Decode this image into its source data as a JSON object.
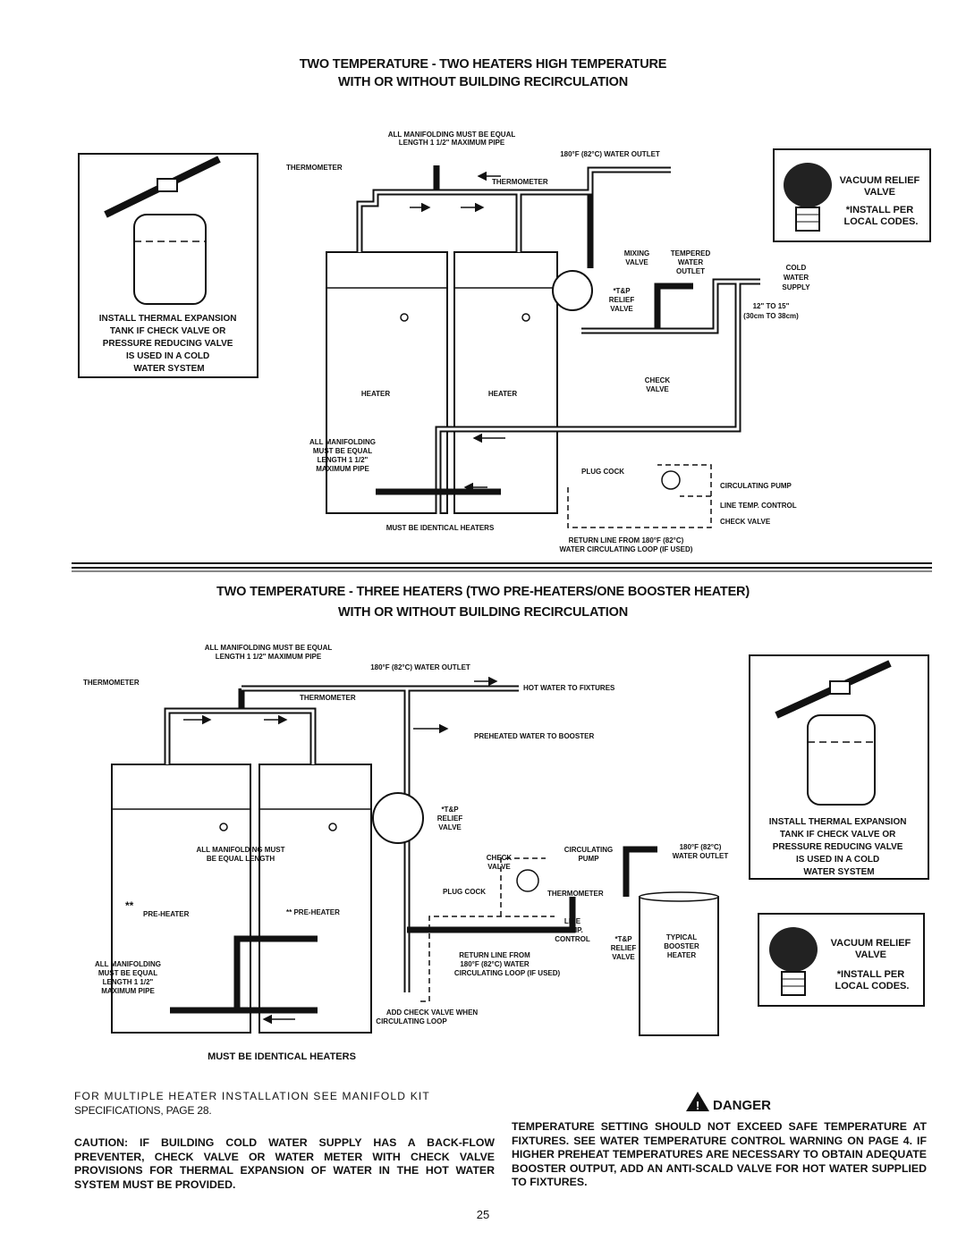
{
  "section1": {
    "title_line1": "TWO TEMPERATURE - TWO HEATERS HIGH TEMPERATURE",
    "title_line2": "WITH OR WITHOUT BUILDING RECIRCULATION",
    "labels": {
      "manifold_top_1": "ALL MANIFOLDING MUST BE EQUAL",
      "manifold_top_2": "LENGTH 1 1/2\" MAXIMUM PIPE",
      "water_outlet": "180°F (82°C) WATER OUTLET",
      "thermometer_left": "THERMOMETER",
      "thermometer_right": "THERMOMETER",
      "mixing_valve_1": "MIXING",
      "mixing_valve_2": "VALVE",
      "tempered_1": "TEMPERED",
      "tempered_2": "WATER",
      "tempered_3": "OUTLET",
      "cold_1": "COLD",
      "cold_2": "WATER",
      "cold_3": "SUPPLY",
      "tp_1": "*T&P",
      "tp_2": "RELIEF",
      "tp_3": "VALVE",
      "dist_1": "12\" TO 15\"",
      "dist_2": "(30cm TO 38cm)",
      "heater_left": "HEATER",
      "heater_right": "HEATER",
      "check_valve_1": "CHECK",
      "check_valve_2": "VALVE",
      "manifold_bottom_1": "ALL MANIFOLDING",
      "manifold_bottom_2": "MUST BE EQUAL",
      "manifold_bottom_3": "LENGTH 1 1/2\"",
      "manifold_bottom_4": "MAXIMUM PIPE",
      "plug_cock": "PLUG COCK",
      "circulating_pump": "CIRCULATING PUMP",
      "line_temp": "LINE TEMP. CONTROL",
      "check_valve_b": "CHECK VALVE",
      "identical": "MUST BE IDENTICAL HEATERS",
      "return_1": "RETURN LINE FROM 180°F (82°C)",
      "return_2": "WATER CIRCULATING LOOP (IF USED)"
    },
    "expansion_box": [
      "INSTALL THERMAL EXPANSION",
      "TANK IF CHECK VALVE OR",
      "PRESSURE REDUCING VALVE",
      "IS USED IN A COLD",
      "WATER SYSTEM"
    ],
    "vacuum_box": [
      "VACUUM RELIEF",
      "VALVE",
      "*INSTALL PER",
      "LOCAL CODES."
    ]
  },
  "section2": {
    "title_line1": "TWO TEMPERATURE - THREE HEATERS (TWO PRE-HEATERS/ONE BOOSTER HEATER)",
    "title_line2": "WITH OR WITHOUT BUILDING RECIRCULATION",
    "labels": {
      "manifold_top_1": "ALL MANIFOLDING MUST BE EQUAL",
      "manifold_top_2": "LENGTH 1 1/2\" MAXIMUM PIPE",
      "water_outlet": "180°F (82°C) WATER OUTLET",
      "thermometer_left": "THERMOMETER",
      "thermometer_right": "THERMOMETER",
      "hot_water": "HOT WATER TO FIXTURES",
      "preheated": "PREHEATED WATER TO BOOSTER",
      "tp_1": "*T&P",
      "tp_2": "RELIEF",
      "tp_3": "VALVE",
      "manifold_mid_1": "ALL MANIFOLDING MUST",
      "manifold_mid_2": "BE EQUAL LENGTH",
      "check_1": "CHECK",
      "check_2": "VALVE",
      "circ_1": "CIRCULATING",
      "circ_2": "PUMP",
      "outlet_1": "180°F (82°C)",
      "outlet_2": "WATER OUTLET",
      "plug_cock": "PLUG COCK",
      "thermometer_b": "THERMOMETER",
      "preheater_left": "PRE-HEATER",
      "preheater_stars": "**",
      "preheater_right": "** PRE-HEATER",
      "line_1": "LINE",
      "line_2": "TEMP.",
      "line_3": "CONTROL",
      "tp2_1": "*T&P",
      "tp2_2": "RELIEF",
      "tp2_3": "VALVE",
      "return_1": "RETURN LINE FROM",
      "return_2": "180°F (82°C) WATER",
      "return_3": "CIRCULATING LOOP (IF USED)",
      "booster_1": "TYPICAL",
      "booster_2": "BOOSTER",
      "booster_3": "HEATER",
      "manifold_bottom_1": "ALL MANIFOLDING",
      "manifold_bottom_2": "MUST BE EQUAL",
      "manifold_bottom_3": "LENGTH 1 1/2\"",
      "manifold_bottom_4": "MAXIMUM PIPE",
      "add_check_1": "ADD CHECK VALVE WHEN",
      "add_check_2": "CIRCULATING LOOP",
      "identical": "MUST BE IDENTICAL HEATERS"
    },
    "expansion_box": [
      "INSTALL THERMAL EXPANSION",
      "TANK IF CHECK VALVE OR",
      "PRESSURE REDUCING VALVE",
      "IS USED IN A COLD",
      "WATER SYSTEM"
    ],
    "vacuum_box": [
      "VACUUM RELIEF",
      "VALVE",
      "*INSTALL PER",
      "LOCAL CODES."
    ]
  },
  "footer": {
    "manifold_note_1": "FOR MULTIPLE HEATER INSTALLATION SEE MANIFOLD KIT",
    "manifold_note_2": "SPECIFICATIONS, PAGE 28.",
    "caution": "CAUTION: IF BUILDING COLD WATER SUPPLY HAS A BACK-FLOW PREVENTER, CHECK VALVE OR WATER METER WITH CHECK VALVE PROVISIONS FOR THERMAL EXPANSION OF WATER IN THE HOT WATER SYSTEM MUST BE PROVIDED.",
    "danger_title": "DANGER",
    "danger_text": "TEMPERATURE SETTING SHOULD NOT EXCEED SAFE TEMPERATURE AT FIXTURES. SEE WATER TEMPERATURE CONTROL WARNING ON PAGE 4. IF HIGHER PREHEAT TEMPERATURES ARE NECESSARY TO OBTAIN ADEQUATE BOOSTER OUTPUT, ADD AN ANTI-SCALD VALVE FOR HOT WATER SUPPLIED TO FIXTURES.",
    "page_number": "25"
  }
}
